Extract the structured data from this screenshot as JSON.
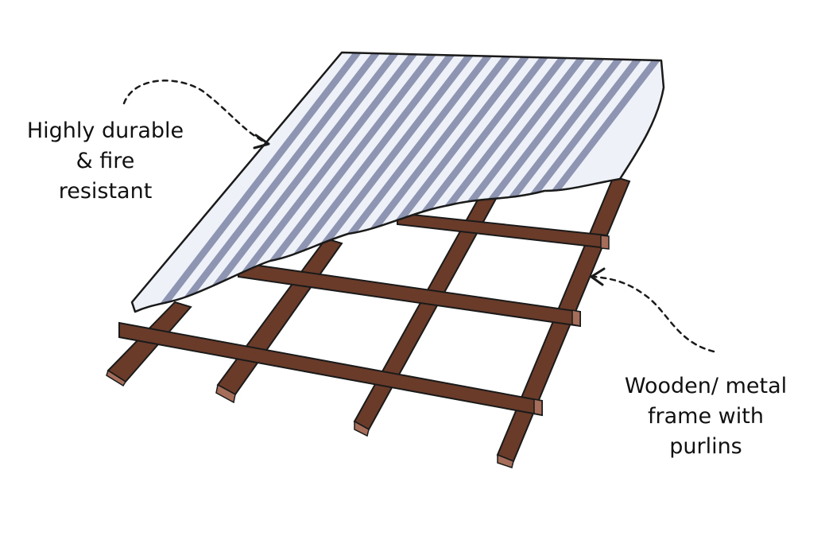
{
  "colors": {
    "sheet_light": "#eef1f7",
    "sheet_groove": "#8e95b2",
    "wood": "#6b3b2a",
    "wood_light": "#a66e5a",
    "wood_dark": "#3f1f15",
    "outline": "#1a1a1a"
  },
  "labels": {
    "top_left": {
      "lines": [
        "Highly durable",
        "& fire",
        "resistant"
      ]
    },
    "bottom_right": {
      "lines": [
        "Wooden/ metal",
        "frame with",
        "purlins"
      ]
    }
  }
}
